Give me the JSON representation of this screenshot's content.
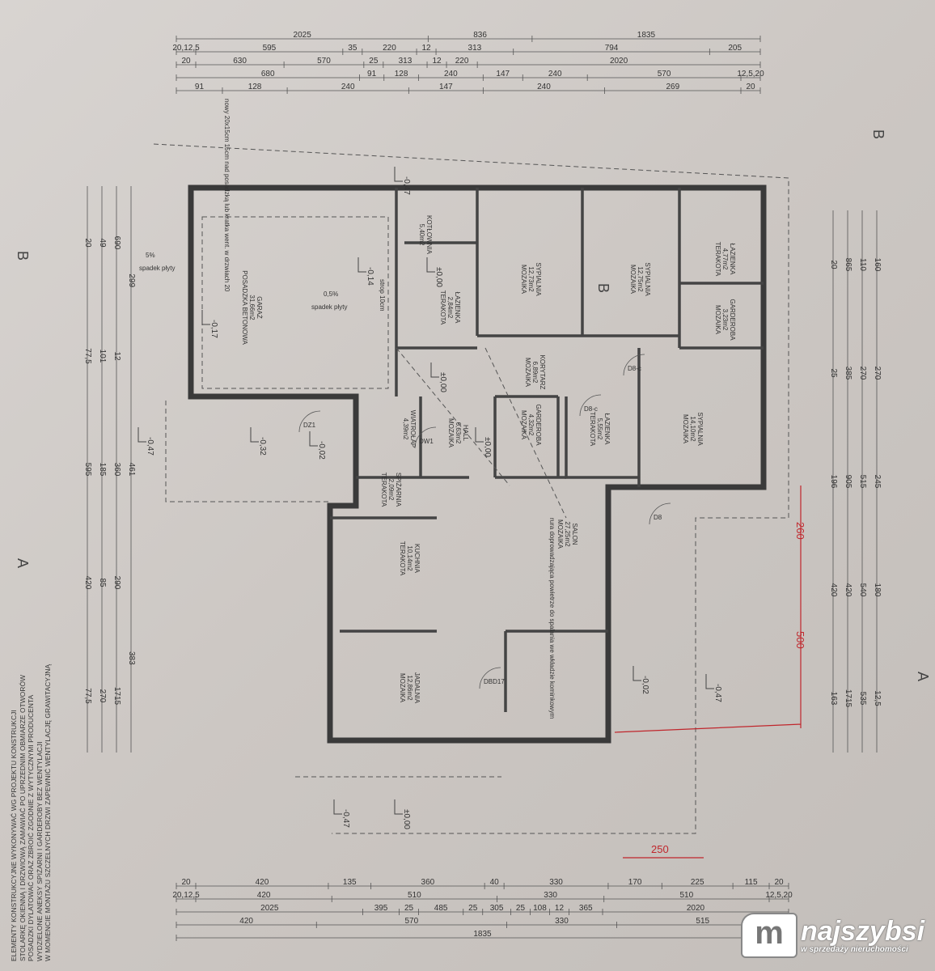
{
  "dimensions_top": [
    [
      "2025",
      "836",
      "1835"
    ],
    [
      "20,12,5",
      "595",
      "35",
      "220",
      "12",
      "313",
      "794",
      "205"
    ],
    [
      "20",
      "630",
      "570",
      "25",
      "313",
      "12",
      "220",
      "2020"
    ],
    [
      "680",
      "91",
      "128",
      "240",
      "147",
      "240",
      "570",
      "12,5,20"
    ],
    [
      "91",
      "128",
      "240",
      "147",
      "240",
      "269",
      "20"
    ]
  ],
  "dimensions_bottom": [
    [
      "20",
      "420",
      "135",
      "360",
      "40",
      "330",
      "170",
      "225",
      "115",
      "20"
    ],
    [
      "20,12,5",
      "420",
      "510",
      "330",
      "510",
      "12,5,20"
    ],
    [
      "2025",
      "395",
      "25",
      "485",
      "25",
      "305",
      "25",
      "108",
      "12",
      "365",
      "2020"
    ],
    [
      "420",
      "570",
      "330",
      "515"
    ],
    [
      "1835"
    ]
  ],
  "dimensions_left": [
    "20",
    "77,5",
    "595",
    "420",
    "77,5",
    "49",
    "101",
    "185",
    "85",
    "270",
    "690",
    "12",
    "360",
    "290",
    "1715",
    "299",
    "461",
    "383"
  ],
  "dimensions_right": [
    "20",
    "25",
    "196",
    "420",
    "163",
    "865",
    "385",
    "905",
    "420",
    "1715",
    "110",
    "270",
    "515",
    "540",
    "535",
    "160",
    "270",
    "245",
    "180",
    "12,5"
  ],
  "rooms": [
    {
      "name": "GARAŻ",
      "area": "31,66m2",
      "floor": "POSADZKA BETONOWA"
    },
    {
      "name": "KOTŁOWNIA",
      "area": "5,40m2",
      "floor": ""
    },
    {
      "name": "ŁAZIENKA",
      "area": "2,84m2",
      "floor": "TERAKOTA"
    },
    {
      "name": "SYPIALNIA",
      "area": "12,73m2",
      "floor": "MOZAIKA"
    },
    {
      "name": "SYPIALNIA",
      "area": "12,75m2",
      "floor": "MOZAIKA"
    },
    {
      "name": "ŁAZIENKA",
      "area": "4,77m2",
      "floor": "TERAKOTA"
    },
    {
      "name": "GARDEROBA",
      "area": "3,23m2",
      "floor": "MOZAIKA"
    },
    {
      "name": "KORYTARZ",
      "area": "6,89m2",
      "floor": "MOZAIKA"
    },
    {
      "name": "GARDEROBA",
      "area": "4,32m2",
      "floor": "MOZAIKA"
    },
    {
      "name": "ŁAZIENKA",
      "area": "5,55m2",
      "floor": "TERAKOTA"
    },
    {
      "name": "SYPIALNIA",
      "area": "14,10m2",
      "floor": "MOZAIKA"
    },
    {
      "name": "WIATROŁAP",
      "area": "4,39m2",
      "floor": ""
    },
    {
      "name": "HALL",
      "area": "6,63m2",
      "floor": "MOZAIKA"
    },
    {
      "name": "SPIŻARNIA",
      "area": "2,09m2",
      "floor": "TERAKOTA"
    },
    {
      "name": "KUCHNIA",
      "area": "10,14m2",
      "floor": "TERAKOTA"
    },
    {
      "name": "SALON",
      "area": "27,25m2",
      "floor": "MOZAIKA"
    },
    {
      "name": "JADALNIA",
      "area": "12,86m2",
      "floor": "MOZAIKA"
    }
  ],
  "annotations": {
    "slope1": "0,5%",
    "slope1_label": "spadek płyty",
    "slope2": "5%",
    "slope2_label": "spadek płyty",
    "lintel": "strop 10cm",
    "salon_note": "rura doprowadzająca powietrze do spalania we wkładzie kominkowym",
    "door_labels": [
      "DZ1",
      "DW1",
      "DBD17",
      "D8",
      "D8-c",
      "D8-c"
    ],
    "top_note": "nowy 20x15cm 15cm nad posadzką lub kratka went. w drzwiach 20"
  },
  "levels": [
    "-0,47",
    "±0,00",
    "-0,14",
    "-0,17",
    "±0,00",
    "-0,47",
    "-0,32",
    "-0,02",
    "±0,00",
    "-0,02",
    "-0,47",
    "-0,47",
    "±0,00"
  ],
  "section_marks": [
    "B",
    "B",
    "A",
    "A",
    "B"
  ],
  "red_dims": [
    "260",
    "500",
    "250"
  ],
  "notes": [
    "Elementy konstrukcyjne wykonywać wg projektu konstrukcji",
    "Stolarkę okienną i drzwiową zamawiać po uprzednim obmiarze otworów",
    "Posadzki dylatować oraz zbroić zgodnie z wytycznymi producenta",
    "Wydzielone aneksy spiżarni i garderoby bez wentylacji",
    "W momencie montażu szczelnych drzwi zapewnić wentylację grawitacyjną"
  ],
  "logo": {
    "brand": "najszybsi",
    "tagline": "w sprzedaży nieruchomości",
    "mark": "m"
  },
  "colors": {
    "wall": "#3a3a3a",
    "paper": "#d3cfcc",
    "red_ink": "#c0262c"
  }
}
